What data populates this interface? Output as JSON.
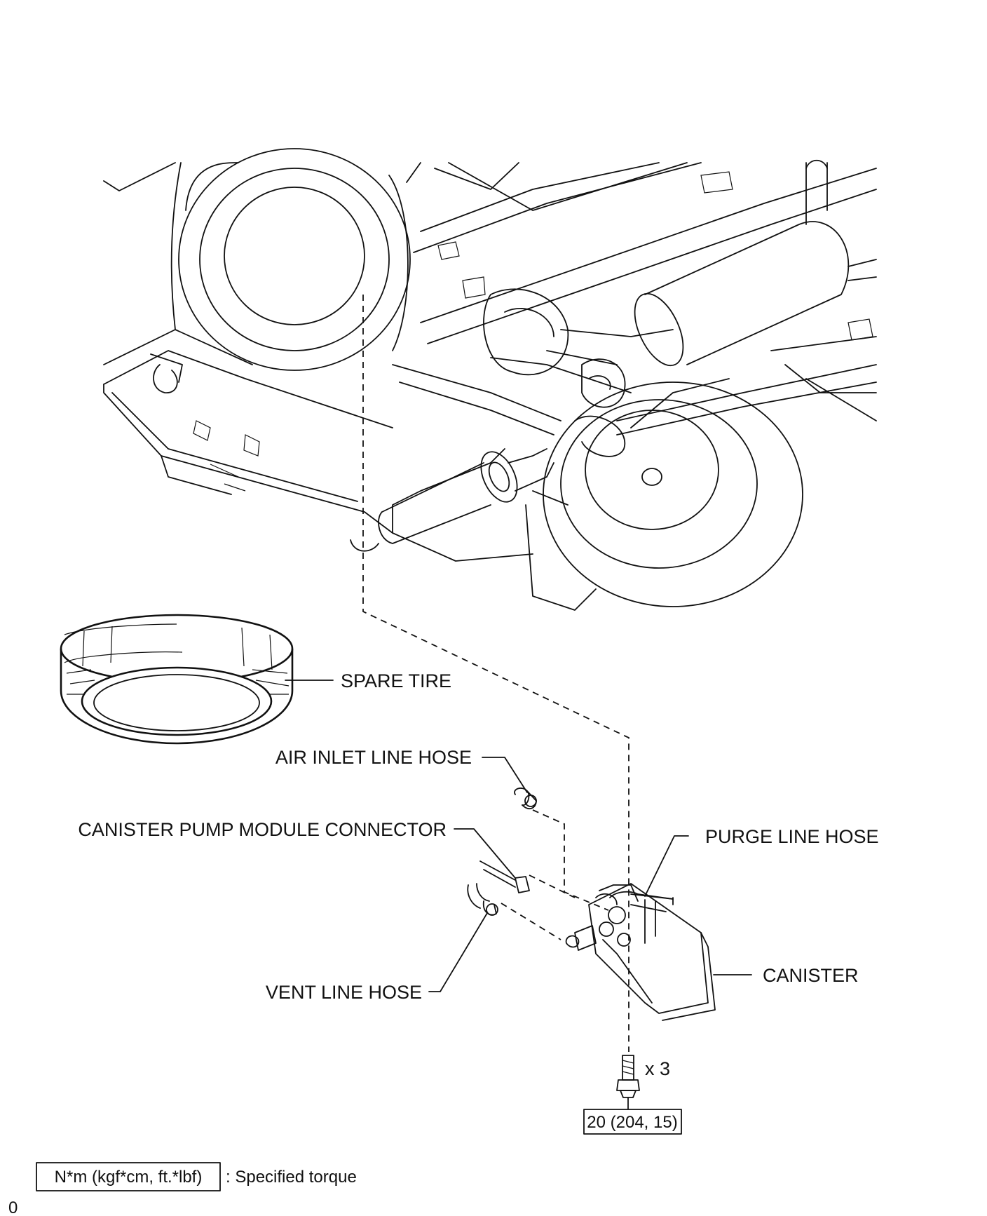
{
  "labels": {
    "spare_tire": "SPARE TIRE",
    "air_inlet_line_hose": "AIR INLET LINE HOSE",
    "canister_pump_module_connector": "CANISTER PUMP MODULE CONNECTOR",
    "purge_line_hose": "PURGE LINE HOSE",
    "canister": "CANISTER",
    "vent_line_hose": "VENT LINE HOSE",
    "bolt_quantity": "x 3"
  },
  "torque": {
    "value": "20 (204, 15)"
  },
  "legend": {
    "unit_box": "N*m (kgf*cm, ft.*lbf)",
    "description": ": Specified torque"
  },
  "corner_mark": "0"
}
